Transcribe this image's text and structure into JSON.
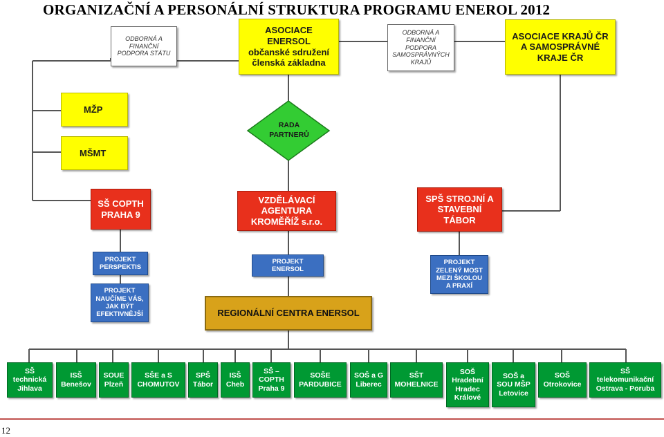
{
  "title": "ORGANIZAČNÍ A PERSONÁLNÍ STRUKTURA PROGRAMU ENEROL 2012",
  "top": {
    "support_state": "ODBORNÁ A\nFINANČNÍ\nPODPORA STÁTU",
    "asociace": "ASOCIACE\nENERSOL\nobčanské sdružení\nčlenská základna",
    "support_regions": "ODBORNÁ A\nFINANČNÍ\nPODPORA\nSAMOSPRÁVNÝCH\nKRAJŮ",
    "asociace_kraju": "ASOCIACE KRAJŮ ČR\nA SAMOSPRÁVNÉ\nKRAJE ČR"
  },
  "ministries": [
    "MŽP",
    "MŠMT"
  ],
  "rada": "RADA\nPARTNERŮ",
  "partners": {
    "cop": "SŠ COPTH\nPRAHA 9",
    "vzdelavaci": "VZDĚLÁVACÍ\nAGENTURA\nKROMĚŘÍŽ s.r.o.",
    "spsstrojni": "SPŠ STROJNÍ A\nSTAVEBNÍ\nTÁBOR"
  },
  "projects": {
    "perspektis": "PROJEKT\nPERSPEKTIS",
    "naucime": "PROJEKT\nNAUČÍME VÁS,\nJAK BÝT\nEFEKTIVNĚJŠÍ",
    "enersol": "PROJEKT\nENERSOL",
    "zeleny": "PROJEKT\nZELENÝ MOST\nMEZI ŠKOLOU\nA PRAXÍ"
  },
  "regional": "REGIONÁLNÍ CENTRA ENERSOL",
  "schools": [
    "SŠ\ntechnická\nJihlava",
    "ISŠ\nBenešov",
    "SOUE\nPlzeň",
    "SŠE a S\nCHOMUTOV",
    "SPŠ\nTábor",
    "ISŠ\nCheb",
    "SŠ –\nCOPTH\nPraha 9",
    "SOŠE\nPARDUBICE",
    "SOŠ a G\nLiberec",
    "SŠT\nMOHELNICE",
    "SOŠ\nHradební\nHradec\nKrálové",
    "SOŠ a\nSOU MŠP\nLetovice",
    "SOŠ\nOtrokovice",
    "SŠ\ntelekomunikační\nOstrava - Poruba"
  ],
  "colors": {
    "yellow": "#ffff00",
    "red": "#e8301c",
    "blue": "#3b6fc1",
    "green": "#009933",
    "diamond": "#33cc33",
    "orange": "#d8a21a"
  },
  "page_number": "12"
}
